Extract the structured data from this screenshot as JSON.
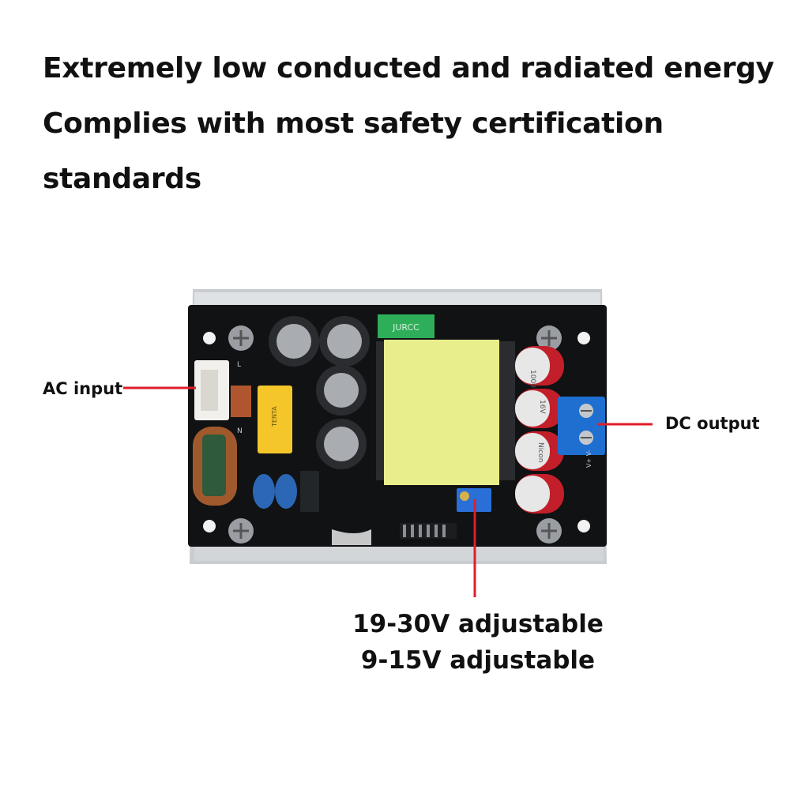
{
  "headline": {
    "line1": "Extremely low conducted and radiated energy",
    "line2": "Complies with most safety certification",
    "line3": "standards"
  },
  "callouts": {
    "ac_input": "AC input",
    "dc_output": "DC output",
    "adjust_line1": "19-30V adjustable",
    "adjust_line2": "9-15V adjustable"
  },
  "board_markings": {
    "transformer_brand": "JURCC",
    "capacitor_value": "1000",
    "capacitor_voltage": "16V",
    "capacitor_brand": "Nicon",
    "x_capacitor": "TENTA",
    "terminal_label": "V+ V-",
    "pin_l": "L",
    "pin_n": "N"
  },
  "colors": {
    "callout_line": "#e11d2a",
    "pcb": "#101214",
    "heatsink": "#c9ccd0",
    "transformer": "#e9ee8c",
    "terminal_block": "#1f6fd1",
    "capacitor_sleeve": "#c21f2a"
  }
}
